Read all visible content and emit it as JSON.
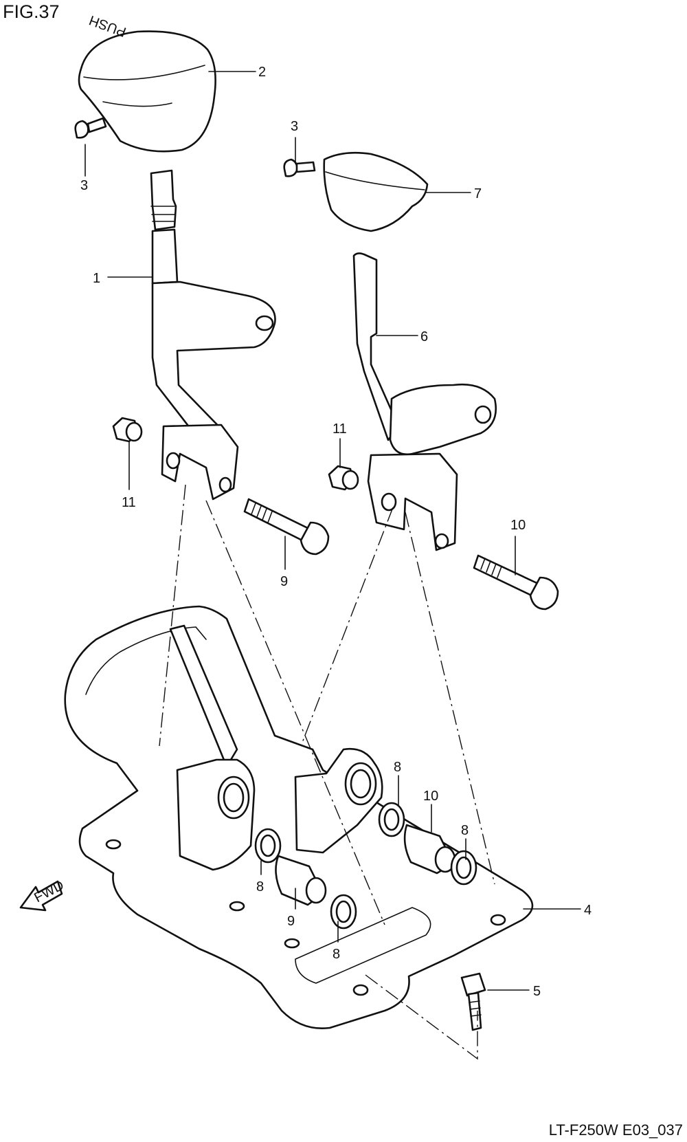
{
  "figure": {
    "title": "FIG.37",
    "code": "LT-F250W E03_037"
  },
  "knob_text": "PUSH",
  "fwd_label": "FWD",
  "callouts": [
    {
      "id": "c1",
      "label": "1"
    },
    {
      "id": "c2",
      "label": "2"
    },
    {
      "id": "c3a",
      "label": "3"
    },
    {
      "id": "c3b",
      "label": "3"
    },
    {
      "id": "c4",
      "label": "4"
    },
    {
      "id": "c5",
      "label": "5"
    },
    {
      "id": "c6",
      "label": "6"
    },
    {
      "id": "c7",
      "label": "7"
    },
    {
      "id": "c8a",
      "label": "8"
    },
    {
      "id": "c8b",
      "label": "8"
    },
    {
      "id": "c8c",
      "label": "8"
    },
    {
      "id": "c8d",
      "label": "8"
    },
    {
      "id": "c9a",
      "label": "9"
    },
    {
      "id": "c9b",
      "label": "9"
    },
    {
      "id": "c10a",
      "label": "10"
    },
    {
      "id": "c10b",
      "label": "10"
    },
    {
      "id": "c11a",
      "label": "11"
    },
    {
      "id": "c11b",
      "label": "11"
    }
  ]
}
